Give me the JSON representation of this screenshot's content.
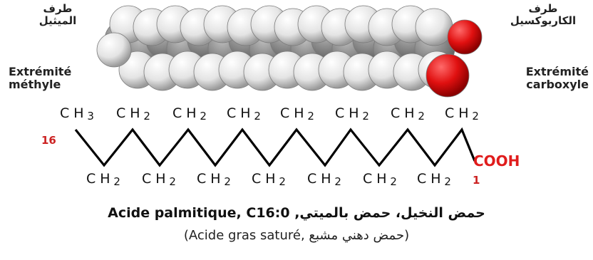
{
  "labels": {
    "methyl_ar": "طرف\nالميثيل",
    "methyl_fr": "Extrémité\nméthyle",
    "carboxyl_ar": "طرف\nالكاربوكسيل",
    "carboxyl_fr": "Extrémité\ncarboxyle"
  },
  "chain": {
    "top_groups": [
      "CH3",
      "CH2",
      "CH2",
      "CH2",
      "CH2",
      "CH2",
      "CH2",
      "CH2"
    ],
    "bottom_groups": [
      "CH2",
      "CH2",
      "CH2",
      "CH2",
      "CH2",
      "CH2",
      "CH2"
    ],
    "start_number": "16",
    "end_number": "1",
    "acid_group": "COOH"
  },
  "colors": {
    "carbon": "#8a8a8a",
    "hydrogen": "#f2f2f2",
    "oxygen": "#e01010",
    "acid_text": "#e01c1c",
    "number_text": "#cc2222"
  },
  "caption": {
    "title": "Acide palmitique, C16:0 ,حمض النخيل، حمض بالميتي",
    "subtitle": "(Acide gras saturé, حمض دهني مشبع)"
  }
}
